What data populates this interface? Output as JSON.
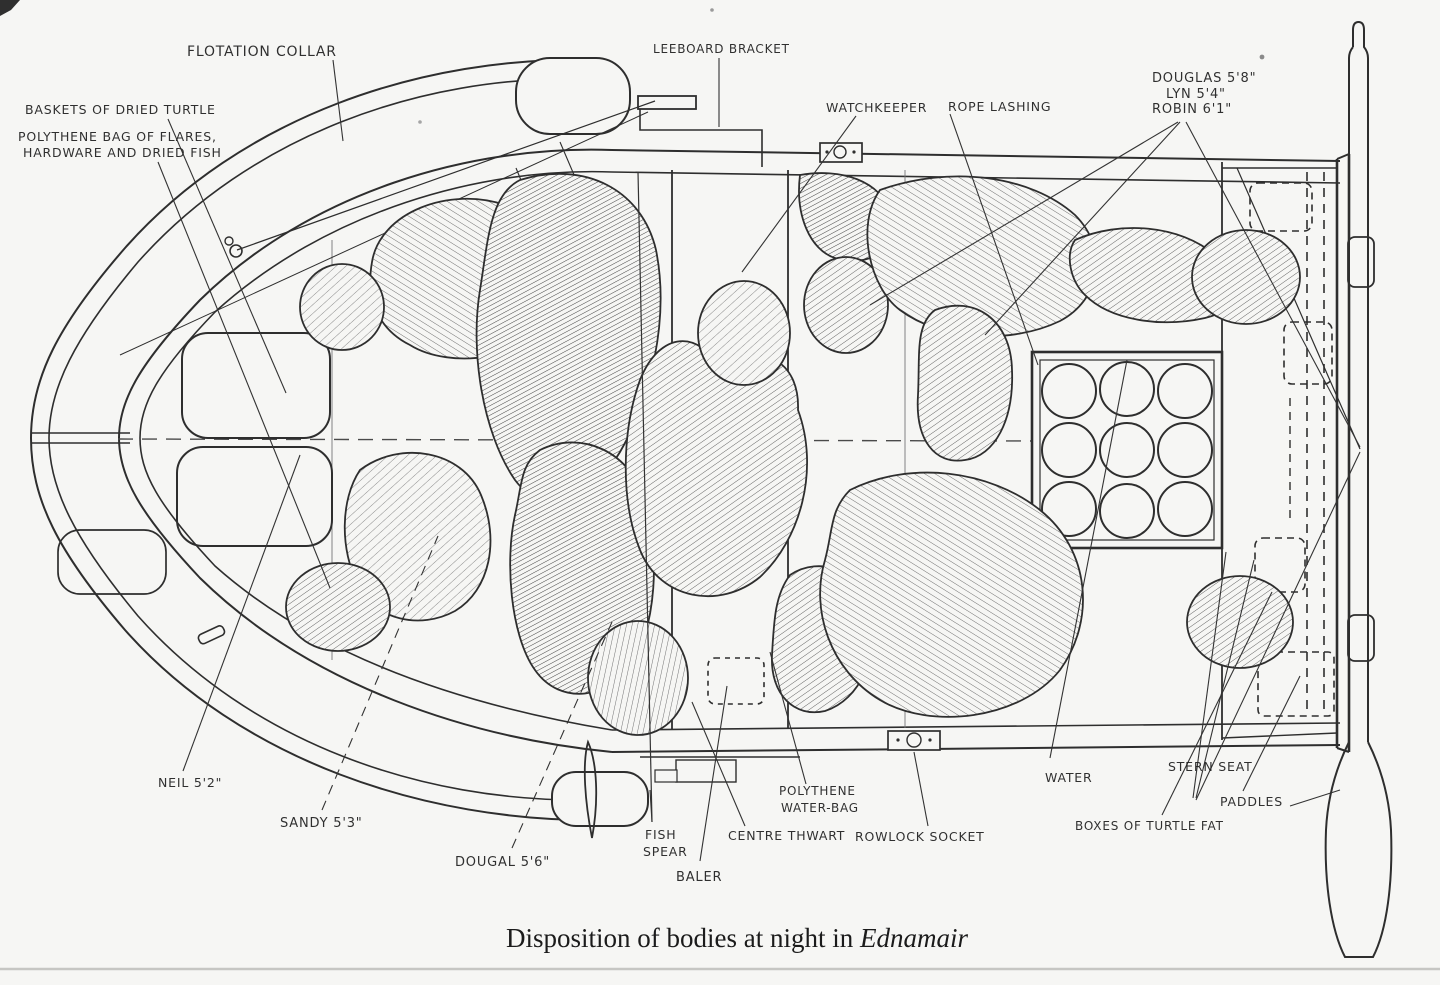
{
  "figure": {
    "paper_color": "#f6f6f4",
    "ink_color": "#2e2e2e",
    "caption": {
      "text": "Disposition of bodies at night in ",
      "vessel": "Ednamair"
    },
    "labels": [
      {
        "id": "flotation-collar",
        "text": "FLOTATION COLLAR"
      },
      {
        "id": "leeboard-bracket",
        "text": "LEEBOARD BRACKET"
      },
      {
        "id": "baskets-of-dried-turtle",
        "text": "BASKETS OF DRIED TURTLE"
      },
      {
        "id": "polythene-bag-line1",
        "text": "POLYTHENE BAG OF FLARES,"
      },
      {
        "id": "polythene-bag-line2",
        "text": "HARDWARE AND DRIED FISH"
      },
      {
        "id": "watchkeeper",
        "text": "WATCHKEEPER"
      },
      {
        "id": "rope-lashing",
        "text": "ROPE LASHING"
      },
      {
        "id": "douglas",
        "text": "DOUGLAS 5'8\""
      },
      {
        "id": "lyn",
        "text": "LYN  5'4\""
      },
      {
        "id": "robin",
        "text": "ROBIN 6'1\""
      },
      {
        "id": "neil",
        "text": "NEIL 5'2\""
      },
      {
        "id": "sandy",
        "text": "SANDY 5'3\""
      },
      {
        "id": "dougal",
        "text": "DOUGAL 5'6\""
      },
      {
        "id": "fish-spear-line1",
        "text": "FISH"
      },
      {
        "id": "fish-spear-line2",
        "text": "SPEAR"
      },
      {
        "id": "baler",
        "text": "BALER"
      },
      {
        "id": "centre-thwart",
        "text": "CENTRE THWART"
      },
      {
        "id": "polythene-water-bag-line1",
        "text": "POLYTHENE"
      },
      {
        "id": "polythene-water-bag-line2",
        "text": "WATER-BAG"
      },
      {
        "id": "rowlock-socket",
        "text": "ROWLOCK SOCKET"
      },
      {
        "id": "water",
        "text": "WATER"
      },
      {
        "id": "stern-seat",
        "text": "STERN SEAT"
      },
      {
        "id": "paddles",
        "text": "PADDLES"
      },
      {
        "id": "boxes-of-turtle-fat",
        "text": "BOXES OF TURTLE FAT"
      }
    ],
    "people": [
      {
        "name": "Douglas",
        "height": "5'8\""
      },
      {
        "name": "Lyn",
        "height": "5'4\""
      },
      {
        "name": "Robin",
        "height": "6'1\""
      },
      {
        "name": "Neil",
        "height": "5'2\""
      },
      {
        "name": "Sandy",
        "height": "5'3\""
      },
      {
        "name": "Dougal",
        "height": "5'6\""
      }
    ]
  }
}
